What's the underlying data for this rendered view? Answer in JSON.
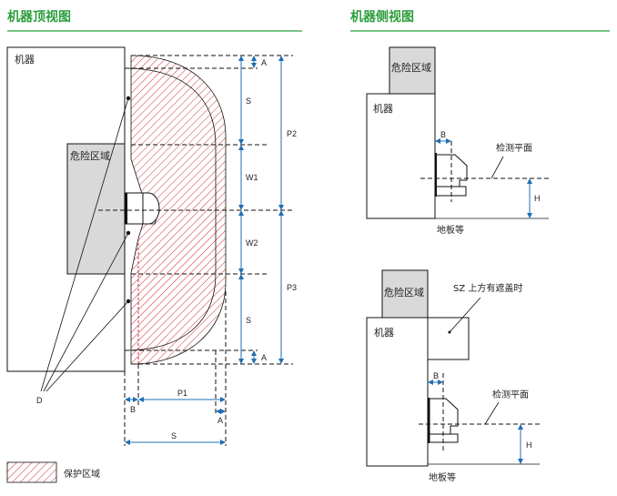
{
  "top_view": {
    "title": "机器顶视图",
    "machine_label": "机器",
    "danger_label": "危险区域",
    "dims": {
      "A_top": "A",
      "S_top": "S",
      "P2": "P2",
      "W1": "W1",
      "W2": "W2",
      "P3": "P3",
      "S_bottom": "S",
      "A_bottom": "A",
      "B": "B",
      "P1": "P1",
      "A_horizontal": "A",
      "S_horizontal": "S"
    },
    "D_label": "D"
  },
  "legend": {
    "label": "保护区域"
  },
  "side_view_1": {
    "title": "机器侧视图",
    "danger_label": "危险区域",
    "machine_label": "机器",
    "B": "B",
    "plane_label": "检测平面",
    "H": "H",
    "floor_label": "地板等"
  },
  "side_view_2": {
    "danger_label": "危险区域",
    "machine_label": "机器",
    "cover_label": "SZ 上方有遮盖时",
    "B": "B",
    "plane_label": "检测平面",
    "H": "H",
    "floor_label": "地板等"
  },
  "colors": {
    "title": "#2a9d3a",
    "hatch": "#d0303a",
    "dimension": "#1f6fb5",
    "danger": "#d9d9d9"
  }
}
